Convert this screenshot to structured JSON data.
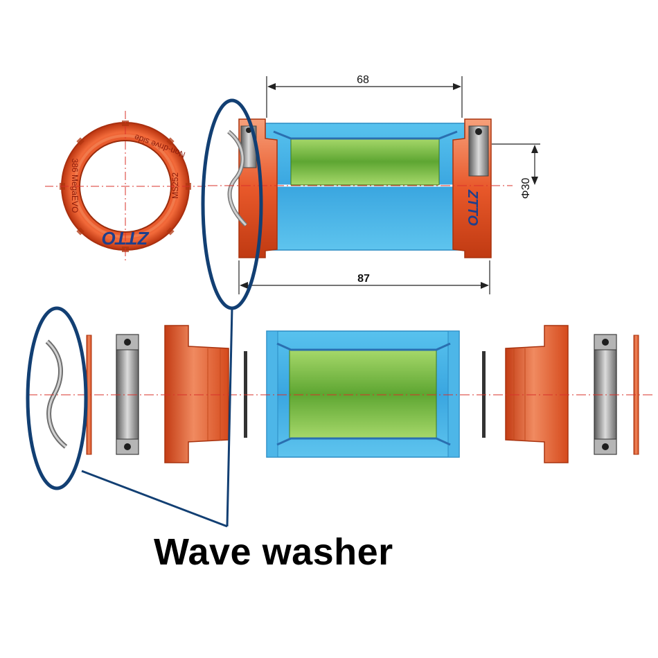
{
  "caption": "Wave washer",
  "dimensions": {
    "shell_width": "68",
    "total_width": "87",
    "spindle_diameter": "Φ30"
  },
  "cup_ring_text": {
    "side": "Non-drive side",
    "model": "386 MegaEVO",
    "code": "MS252",
    "brand": "ZTTO"
  },
  "cup_brand": "ZTTO",
  "colors": {
    "cup_orange": "#e8582a",
    "shell_blue": "#5ec4ee",
    "sleeve_green": "#6cb33f",
    "highlight_navy": "#123f73",
    "bearing_gray": "#8c8c8c"
  }
}
